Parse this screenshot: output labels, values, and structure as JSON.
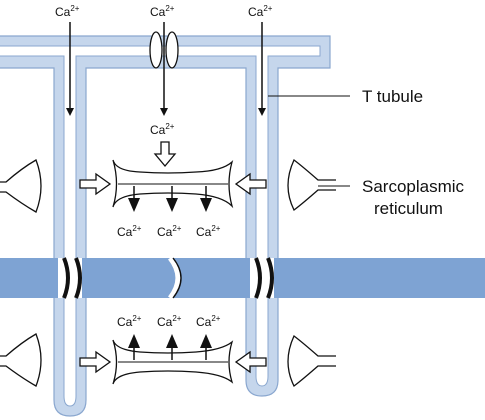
{
  "ion": {
    "base": "Ca",
    "charge": "2+"
  },
  "labels": {
    "t_tubule": "T tubule",
    "sr_line1": "Sarcoplasmic",
    "sr_line2": "reticulum"
  },
  "colors": {
    "membrane": "#c5d6ec",
    "membrane_outline": "#8aa7cf",
    "band": "#7ea3d3",
    "stroke": "#111111"
  }
}
